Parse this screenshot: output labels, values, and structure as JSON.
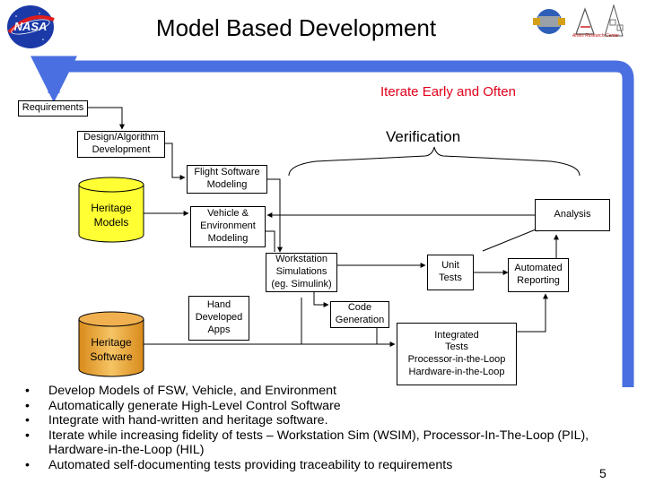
{
  "slide": {
    "title": "Model Based Development",
    "page_number": "5",
    "logos": {
      "left": "nasa-logo",
      "right": "mission-patch-logo",
      "right_caption": "Ames Research Center"
    }
  },
  "diagram": {
    "iterate_label": "Iterate Early and Often",
    "verification_label": "Verification",
    "requirements": "Requirements",
    "design_dev": [
      "Design/Algorithm",
      "Development"
    ],
    "flight_sw_modeling": [
      "Flight Software",
      "Modeling"
    ],
    "heritage_models": [
      "Heritage",
      "Models"
    ],
    "vehicle_env": [
      "Vehicle &",
      "Environment",
      "Modeling"
    ],
    "analysis": "Analysis",
    "workstation_sim": [
      "Workstation",
      "Simulations",
      "(eg. Simulink)"
    ],
    "unit_tests": [
      "Unit",
      "Tests"
    ],
    "automated_reporting": [
      "Automated",
      "Reporting"
    ],
    "hand_dev_apps": [
      "Hand",
      "Developed",
      "Apps"
    ],
    "code_generation": [
      "Code",
      "Generation"
    ],
    "heritage_software": [
      "Heritage",
      "Software"
    ],
    "integrated_tests": [
      "Integrated",
      "Tests",
      "Processor-in-the-Loop",
      "Hardware-in-the-Loop"
    ],
    "colors": {
      "iterate_loop": "#4a6fe0",
      "iterate_text": "#e0001b",
      "cylinder_fill": "#ffff33"
    }
  },
  "bullets": [
    "Develop Models of FSW, Vehicle, and Environment",
    "Automatically generate High-Level Control Software",
    "Integrate with hand-written and heritage software.",
    "Iterate while increasing fidelity of tests – Workstation Sim (WSIM), Processor-In-The-Loop (PIL), Hardware-in-the-Loop (HIL)",
    "Automated self-documenting tests providing traceability to requirements"
  ],
  "bullet_char": "•"
}
